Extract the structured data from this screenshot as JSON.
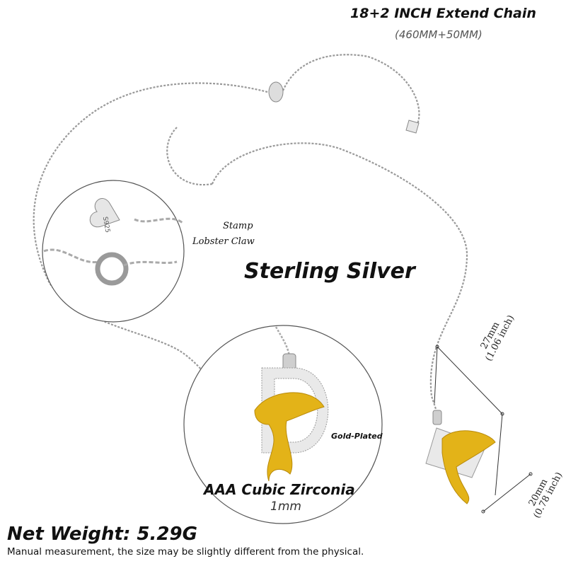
{
  "chain": {
    "title": "18+2 INCH Extend Chain",
    "subtitle": "(460MM+50MM)"
  },
  "detail_callout": {
    "stamp_label": "Stamp",
    "clasp_label": "Lobster Claw",
    "stamp_text": "S925"
  },
  "material": "Sterling Silver",
  "pendant_callout": {
    "plating_label": "Gold-Plated",
    "stone_label": "AAA Cubic Zirconia",
    "stone_size": "1mm"
  },
  "dimensions": {
    "height_mm": "27mm",
    "height_in": "(1.06 inch)",
    "width_mm": "20mm",
    "width_in": "(0.78 inch)"
  },
  "footer": {
    "weight": "Net Weight: 5.29G",
    "disclaimer": "Manual measurement, the size may be slightly different from the physical."
  },
  "colors": {
    "silver": "#b8b8b8",
    "gold": "#e3b318",
    "text": "#111111"
  }
}
